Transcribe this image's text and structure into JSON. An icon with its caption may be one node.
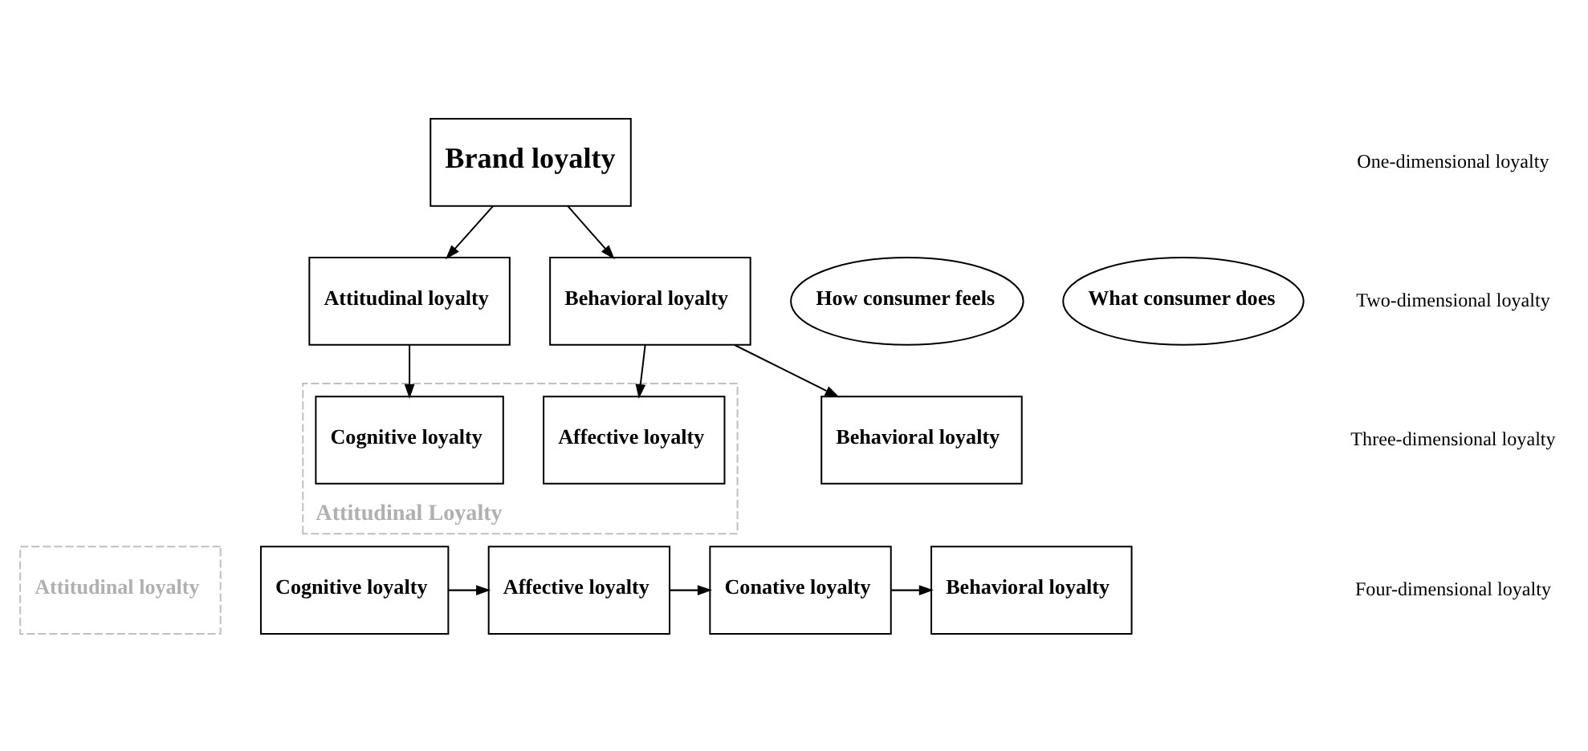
{
  "diagram": {
    "nodes": [
      {
        "text": [
          "Brand loyalty"
        ]
      },
      {
        "text": [
          "How consumer feels"
        ]
      },
      {
        "text": [
          "Attitudinal loyalty"
        ]
      },
      {
        "text": [
          "Behavioral loyalty"
        ]
      },
      {
        "text": [
          "What consumer does"
        ]
      },
      {
        "text": [
          "Attitudinal Loyalty"
        ]
      },
      {
        "text": [
          "Cognitive loyalty"
        ],
        "in": 5
      },
      {
        "text": [
          "Affective loyalty"
        ],
        "in": 5
      },
      {
        "text": [
          "Behavioral loyalty"
        ]
      },
      {
        "text": [
          "Attitudinal loyalty"
        ]
      },
      {
        "text": [
          "Cognitive loyalty"
        ]
      },
      {
        "text": [
          "Affective loyalty"
        ]
      },
      {
        "text": [
          "Conative loyalty"
        ]
      },
      {
        "text": [
          "Behavioral loyalty"
        ]
      }
    ],
    "edges": [
      {
        "from": 0,
        "to": 2,
        "arrow": "to"
      },
      {
        "from": 0,
        "to": 3,
        "arrow": "to"
      },
      {
        "from": 2,
        "to": 6,
        "arrow": "to"
      },
      {
        "from": 3,
        "to": 7,
        "arrow": "to"
      },
      {
        "from": 3,
        "to": 8,
        "arrow": "to"
      },
      {
        "from": 10,
        "to": 11,
        "arrow": "to"
      },
      {
        "from": 11,
        "to": 12,
        "arrow": "to"
      },
      {
        "from": 12,
        "to": 13,
        "arrow": "to"
      }
    ],
    "labels": [
      "One-dimensional loyalty",
      "Two-dimensional loyalty",
      "Three-dimensional loyalty",
      "Four-dimensional loyalty"
    ]
  }
}
